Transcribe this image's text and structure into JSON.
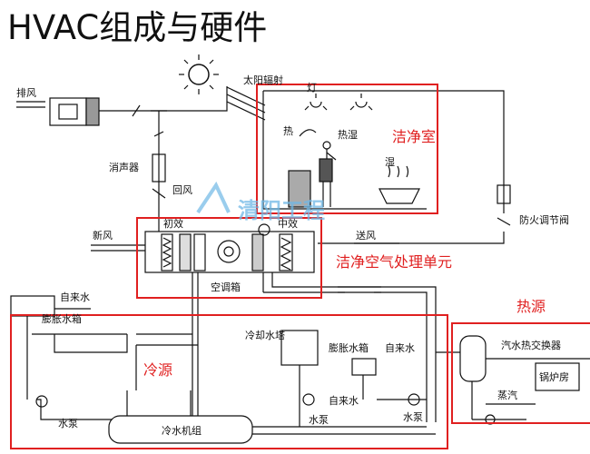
{
  "title": "HVAC组成与硬件",
  "watermark": "清阳工程",
  "regions": {
    "clean_room": "洁净室",
    "ahu": "洁净空气处理单元",
    "cold_source": "冷源",
    "heat_source": "热源"
  },
  "labels": {
    "exhaust": "排风",
    "solar": "太阳辐射",
    "lamp": "灯",
    "heat": "热",
    "heat_wet": "热湿",
    "wet": "湿",
    "muffler": "消声器",
    "return_air": "回风",
    "fresh_air": "新风",
    "primary_filter": "初效",
    "medium_filter": "中效",
    "supply_air": "送风",
    "fire_damper": "防火调节阀",
    "ahu_box": "空调箱",
    "tap_water_1": "自来水",
    "expansion_tank_1": "膨胀水箱",
    "cooling_tower": "冷却水塔",
    "expansion_tank_2": "膨胀水箱",
    "tap_water_2": "自来水",
    "tap_water_3": "自来水",
    "pump_1": "水泵",
    "pump_2": "水泵",
    "pump_3": "水泵",
    "chiller": "冷水机组",
    "heat_exchanger": "汽水热交换器",
    "steam": "蒸汽",
    "boiler_room": "锅炉房"
  },
  "colors": {
    "region_border": "#e02020",
    "line": "#111111",
    "watermark": "#6fb8e6"
  }
}
